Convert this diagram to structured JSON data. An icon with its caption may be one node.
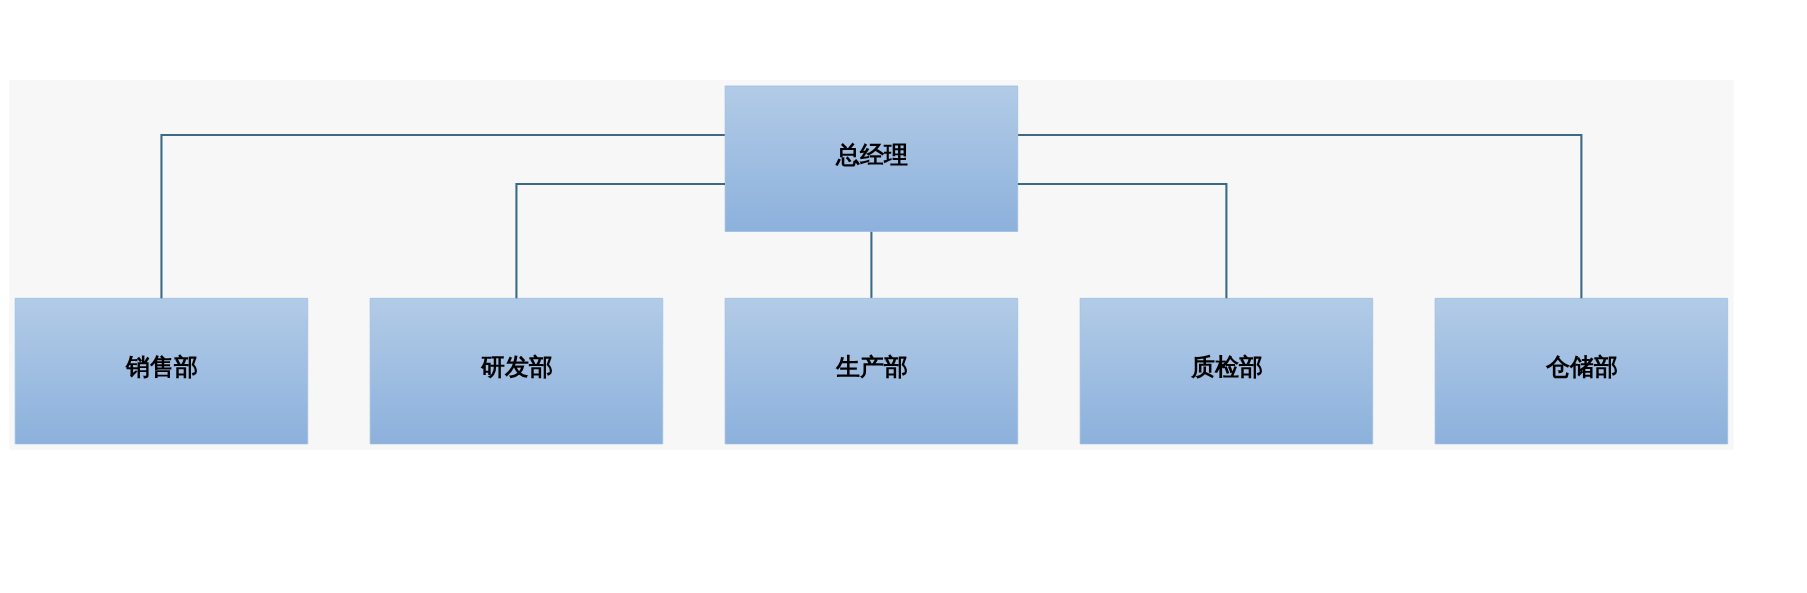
{
  "diagram": {
    "nodes": [
      {
        "text": [
          "总经理"
        ]
      },
      {
        "text": [
          "销售部"
        ]
      },
      {
        "text": [
          "研发部"
        ]
      },
      {
        "text": [
          "生产部"
        ]
      },
      {
        "text": [
          "质检部"
        ]
      },
      {
        "text": [
          "仓储部"
        ]
      }
    ],
    "edges": [
      {
        "from": 0,
        "to": 1,
        "arrow": "none"
      },
      {
        "from": 0,
        "to": 2,
        "arrow": "none"
      },
      {
        "from": 0,
        "to": 3,
        "arrow": "none"
      },
      {
        "from": 0,
        "to": 4,
        "arrow": "none"
      },
      {
        "from": 0,
        "to": 5,
        "arrow": "none"
      }
    ]
  }
}
